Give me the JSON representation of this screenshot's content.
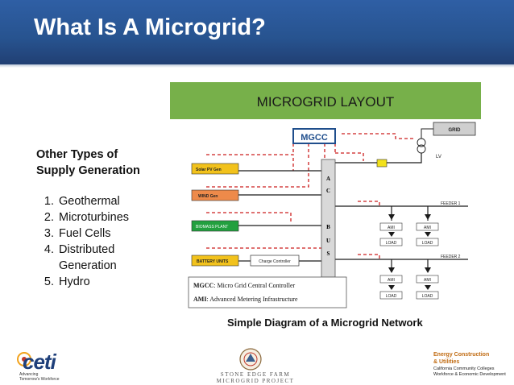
{
  "slide": {
    "title": "What Is A Microgrid?",
    "caption": "Simple Diagram of a Microgrid Network"
  },
  "sidebar": {
    "heading_line1": "Other Types of",
    "heading_line2": "Supply Generation",
    "items": [
      "Geothermal",
      "Microturbines",
      "Fuel Cells",
      "Distributed Generation",
      "Hydro"
    ]
  },
  "diagram": {
    "header": "MICROGRID LAYOUT",
    "mgcc": "MGCC",
    "grid": "GRID",
    "lv": "LV",
    "sources": [
      "Solar PV Gen",
      "WIND Gen",
      "BIOMASS PLANT",
      "BATTERY UNITS"
    ],
    "charge_controller": "Charge Controller",
    "bus_letters": [
      "A",
      "C",
      "B",
      "U",
      "S"
    ],
    "feeder1": "FEEDER 1",
    "feeder2": "FEEDER 2",
    "ami": "AMI",
    "load": "LOAD",
    "legend": {
      "mgcc_term": "MGCC",
      "mgcc_def": ": Micro Grid Central Controller",
      "ami_term": "AMI",
      "ami_def": ": Advanced Metering Infrastructure"
    },
    "colors": {
      "header_bg": "#77b04a",
      "mgcc_border": "#1f4e8c",
      "dashed_red": "#cc1f1f",
      "solar": "#f2c21c",
      "wind": "#ee8a4a",
      "biomass": "#22a03f",
      "battery": "#f2c21c"
    }
  },
  "footer": {
    "ceti": "ceti",
    "ceti_tag1": "Advancing",
    "ceti_tag2": "Tomorrow's Workforce",
    "sef_line1": "STONE EDGE FARM",
    "sef_line2": "MICROGRID PROJECT",
    "ec_line1": "Energy Construction",
    "ec_line2": "& Utilities",
    "ec_line3": "California Community Colleges",
    "ec_line4": "Workforce & Economic Development"
  }
}
